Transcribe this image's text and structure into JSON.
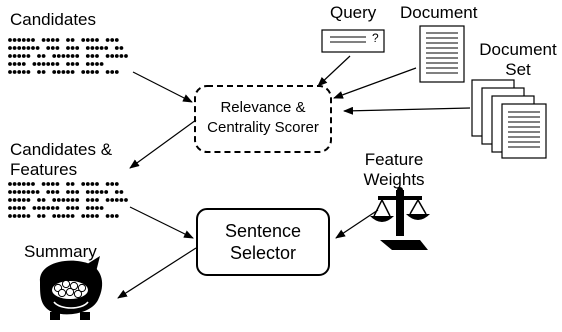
{
  "labels": {
    "candidates": "Candidates",
    "query": "Query",
    "query_mark": "?",
    "document": "Document",
    "document_set": [
      "Document",
      "Set"
    ],
    "candidates_features": [
      "Candidates &",
      "Features"
    ],
    "feature_weights": [
      "Feature",
      "Weights"
    ],
    "summary": "Summary"
  },
  "boxes": {
    "scorer": [
      "Relevance &",
      "Centrality Scorer"
    ],
    "selector": [
      "Sentence",
      "Selector"
    ]
  },
  "colors": {
    "ink": "#000000",
    "background": "#ffffff"
  },
  "icons": {
    "candidates_text": "dotted-text-block-icon",
    "query": "query-box-icon",
    "document": "document-icon",
    "document_set": "document-stack-icon",
    "feature_weights": "balance-scale-icon",
    "summary": "pot-of-gold-icon"
  }
}
